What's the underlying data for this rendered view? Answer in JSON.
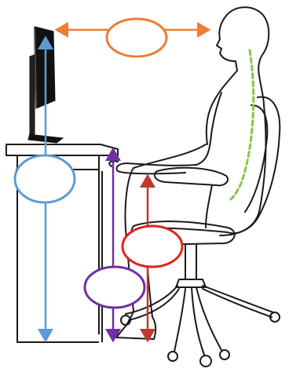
{
  "figure": {
    "kind": "ergonomic-workstation-diagram",
    "callouts": [
      {
        "id": "eye-to-monitor-distance",
        "shape": "ellipse",
        "color": "#ed7d31"
      },
      {
        "id": "desk-height-from-floor",
        "shape": "ellipse",
        "color": "#5b9bd5"
      },
      {
        "id": "seat-height-from-floor",
        "shape": "ellipse",
        "color": "#e0241b"
      },
      {
        "id": "desk-underside-clearance",
        "shape": "ellipse",
        "color": "#7030a0"
      }
    ],
    "elements": {
      "monitor": "computer-monitor",
      "desk": "desk",
      "chair": "office-chair",
      "person": "seated-person",
      "spine": "spine-guide-dashed-line"
    },
    "colors": {
      "outline": "#1a1a1a",
      "monitor_fill": "#111111",
      "spine": "#8bc34a",
      "blue": "#5b9bd5",
      "orange": "#ed7d31",
      "red": "#e0241b",
      "purple": "#7030a0"
    }
  }
}
